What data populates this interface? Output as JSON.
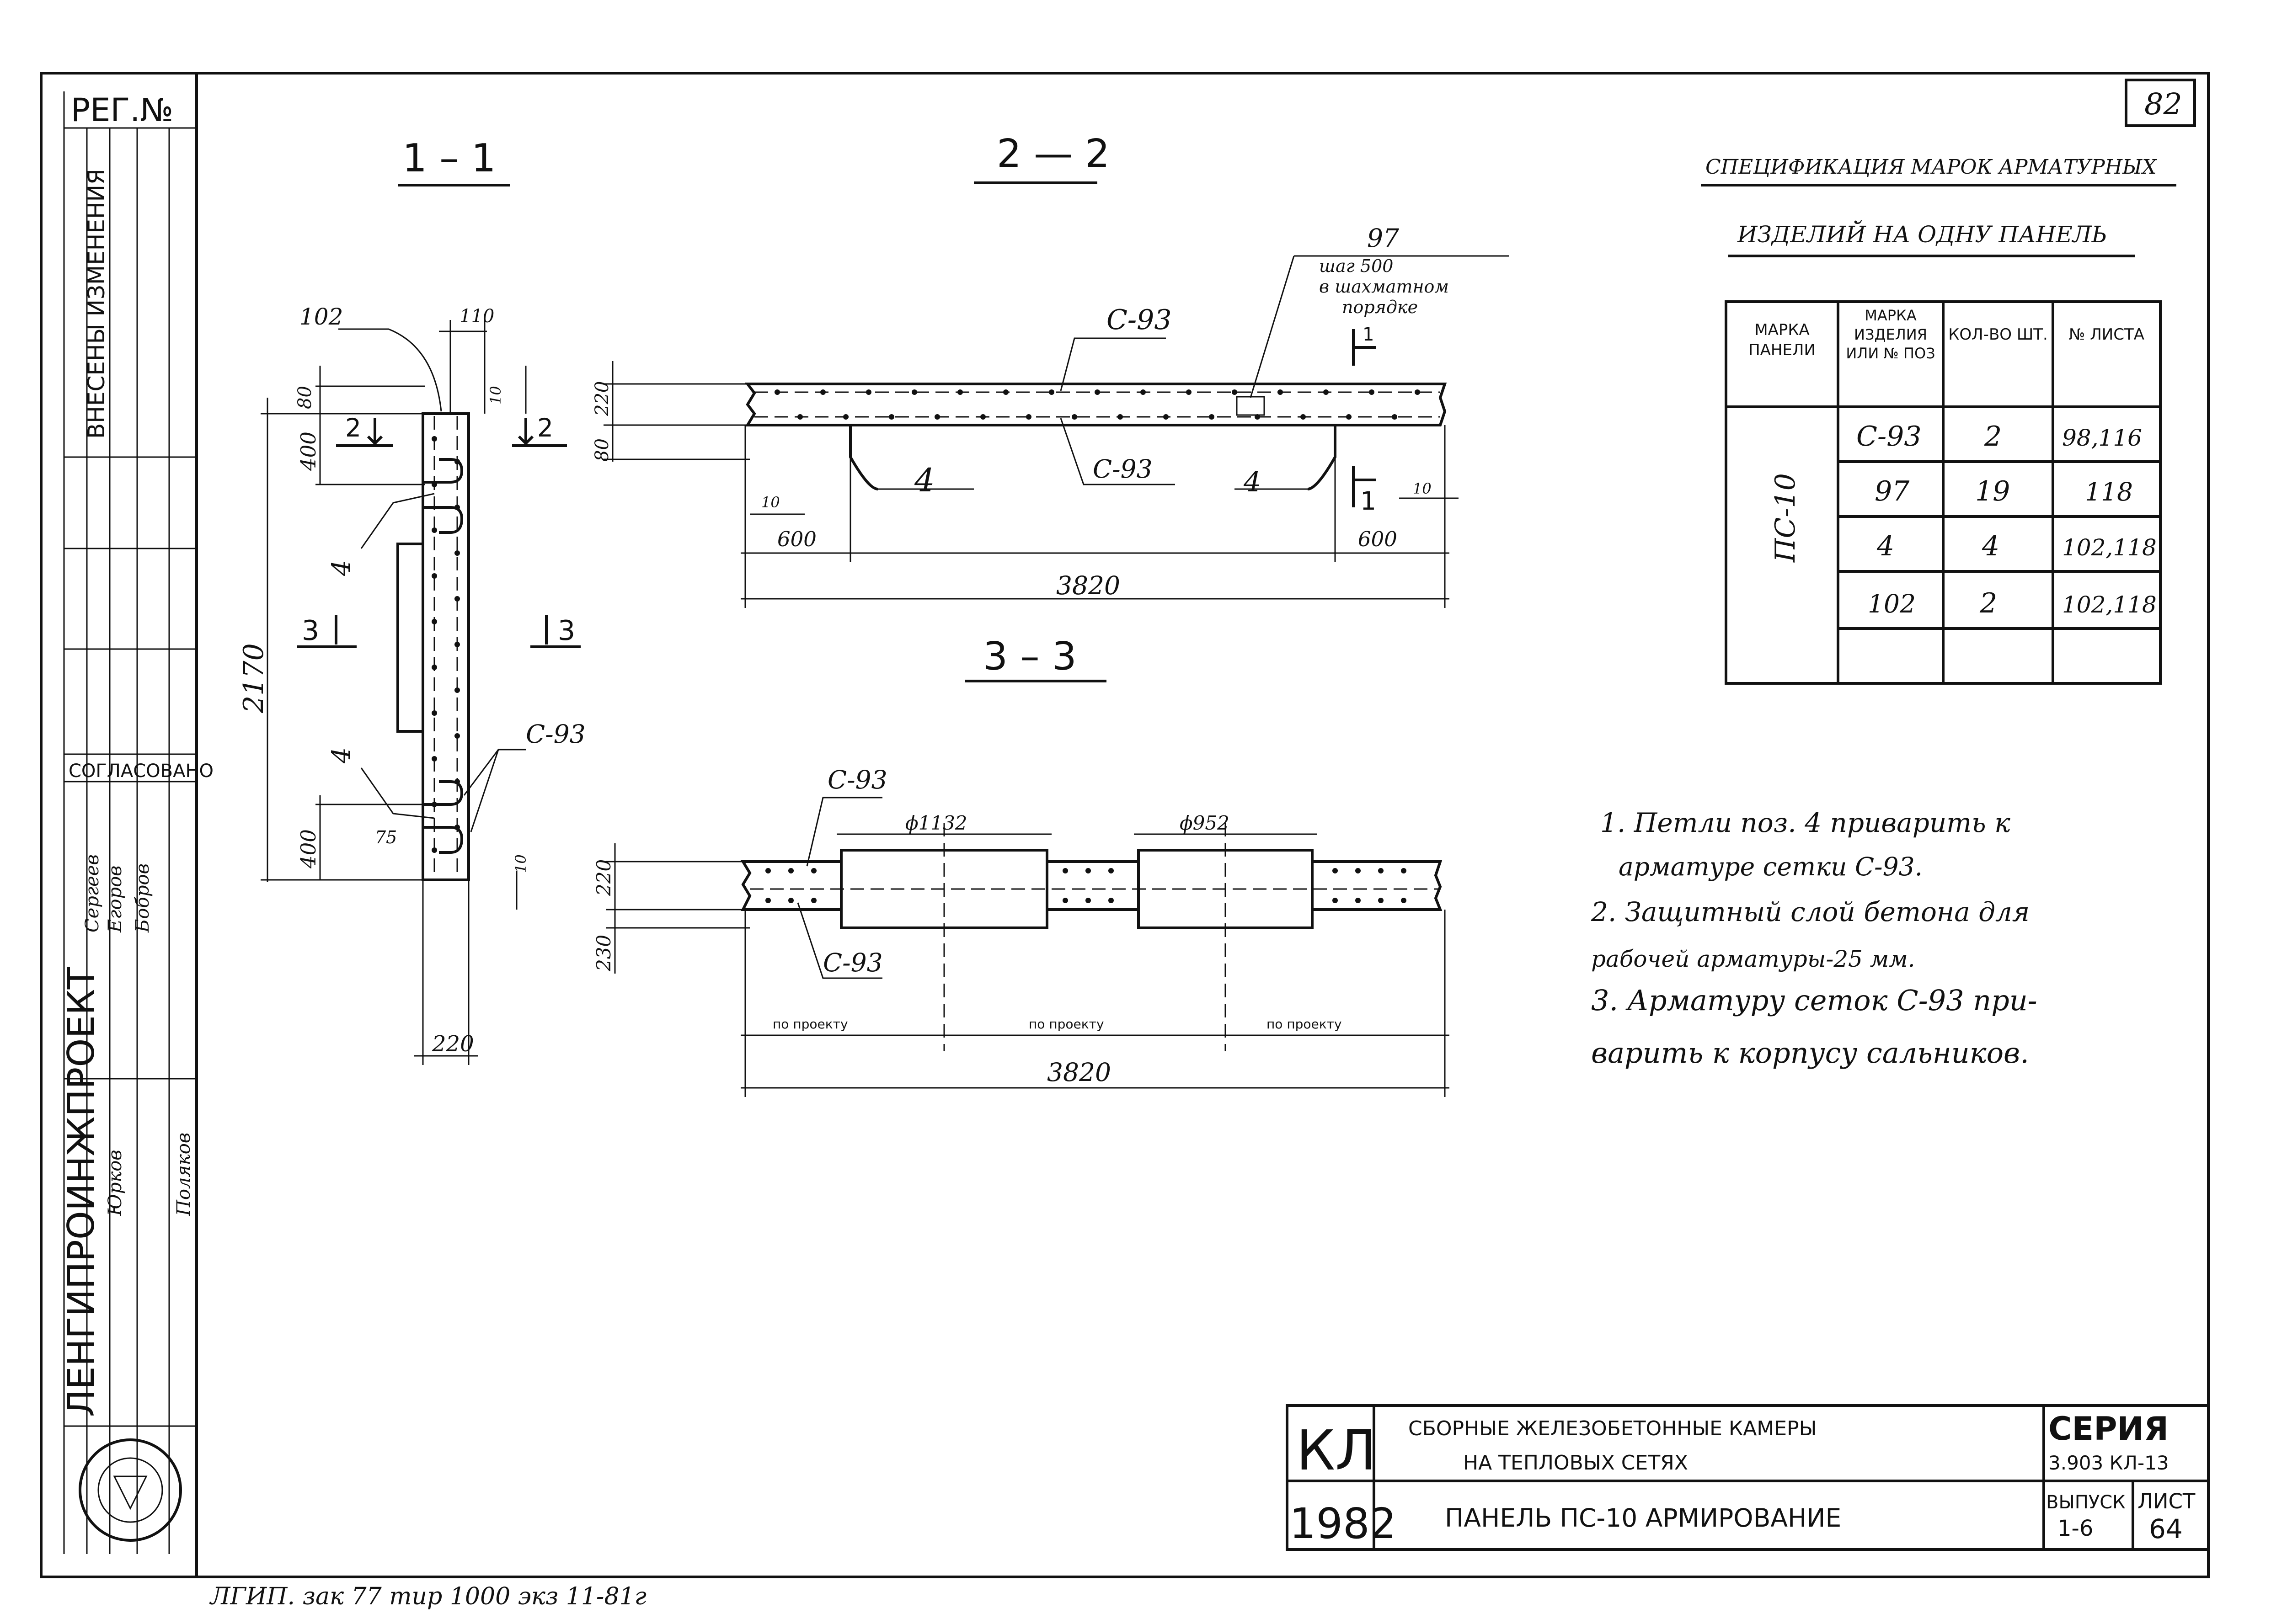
{
  "corner_stamp": "82",
  "left_stamp": {
    "reg_no": "РЕГ.№",
    "changes_header": "ВНЕСЕНЫ ИЗМЕНЕНИЯ",
    "agreed": "СОГЛАСОВАНО",
    "institute": "ЛЕНГИПРОИНЖПРОЕКТ",
    "people": [
      "Сергеев",
      "Егоров",
      "Бобров",
      "Поляков",
      "Юрков"
    ]
  },
  "sections": {
    "s11": "1 – 1",
    "s22": "2 — 2",
    "s33": "3 – 3"
  },
  "dims": {
    "s11": {
      "top_pos": "102",
      "width_top": "110",
      "d80": "80",
      "d10a": "10",
      "d400a": "400",
      "total": "2170",
      "d400b": "400",
      "d75": "75",
      "d10b": "10",
      "bottom": "220",
      "cut2": "2",
      "cut3": "3",
      "pos4a": "4",
      "pos4b": "4",
      "c93": "С-93"
    },
    "s22": {
      "pos97": "97",
      "note97_1": "шаг 500",
      "note97_2": "в шахматном",
      "note97_3": "порядке",
      "c93_top": "С-93",
      "c93_mid": "С-93",
      "d220": "220",
      "d80": "80",
      "d10a": "10",
      "d10b": "10",
      "d600a": "600",
      "d600b": "600",
      "total": "3820",
      "pos4a": "4",
      "pos4b": "4",
      "cut1a": "1",
      "cut1b": "1"
    },
    "s33": {
      "c93_top": "С-93",
      "c93_bot": "С-93",
      "d1132": "ϕ1132",
      "d952": "ϕ952",
      "d220": "220",
      "d230": "230",
      "po_proektu_1": "по проекту",
      "po_proektu_2": "по проекту",
      "po_proektu_3": "по проекту",
      "total": "3820"
    }
  },
  "spec": {
    "title_1": "СПЕЦИФИКАЦИЯ МАРОК АРМАТУРНЫХ",
    "title_2": "ИЗДЕЛИЙ НА ОДНУ ПАНЕЛЬ",
    "headers": [
      "МАРКА ПАНЕЛИ",
      "МАРКА ИЗДЕЛИЯ ИЛИ № ПОЗ",
      "КОЛ-ВО ШТ.",
      "№ ЛИСТА"
    ],
    "panel": "ПС-10",
    "rows": [
      {
        "item": "С-93",
        "qty": "2",
        "sheet": "98,116"
      },
      {
        "item": "97",
        "qty": "19",
        "sheet": "118"
      },
      {
        "item": "4",
        "qty": "4",
        "sheet": "102,118"
      },
      {
        "item": "102",
        "qty": "2",
        "sheet": "102,118"
      }
    ]
  },
  "notes": [
    "1. Петли поз. 4 приварить к",
    "арматуре сетки С-93.",
    "2. Защитный слой бетона для",
    "рабочей арматуры-25 мм.",
    "3. Арматуру сеток С-93 при-",
    "варить к корпусу сальников."
  ],
  "title_block": {
    "code": "КЛ",
    "year": "1982",
    "title_1": "СБОРНЫЕ ЖЕЛЕЗОБЕТОННЫЕ КАМЕРЫ",
    "title_2": "НА ТЕПЛОВЫХ СЕТЯХ",
    "subtitle": "ПАНЕЛЬ ПС-10 АРМИРОВАНИЕ",
    "series_label": "СЕРИЯ",
    "series_value": "3.903 КЛ-13",
    "issue_label": "ВЫПУСК",
    "issue_value": "1-6",
    "sheet_label": "ЛИСТ",
    "sheet_value": "64"
  },
  "footer": "ЛГИП. зак 77 тир 1000 экз 11-81г"
}
